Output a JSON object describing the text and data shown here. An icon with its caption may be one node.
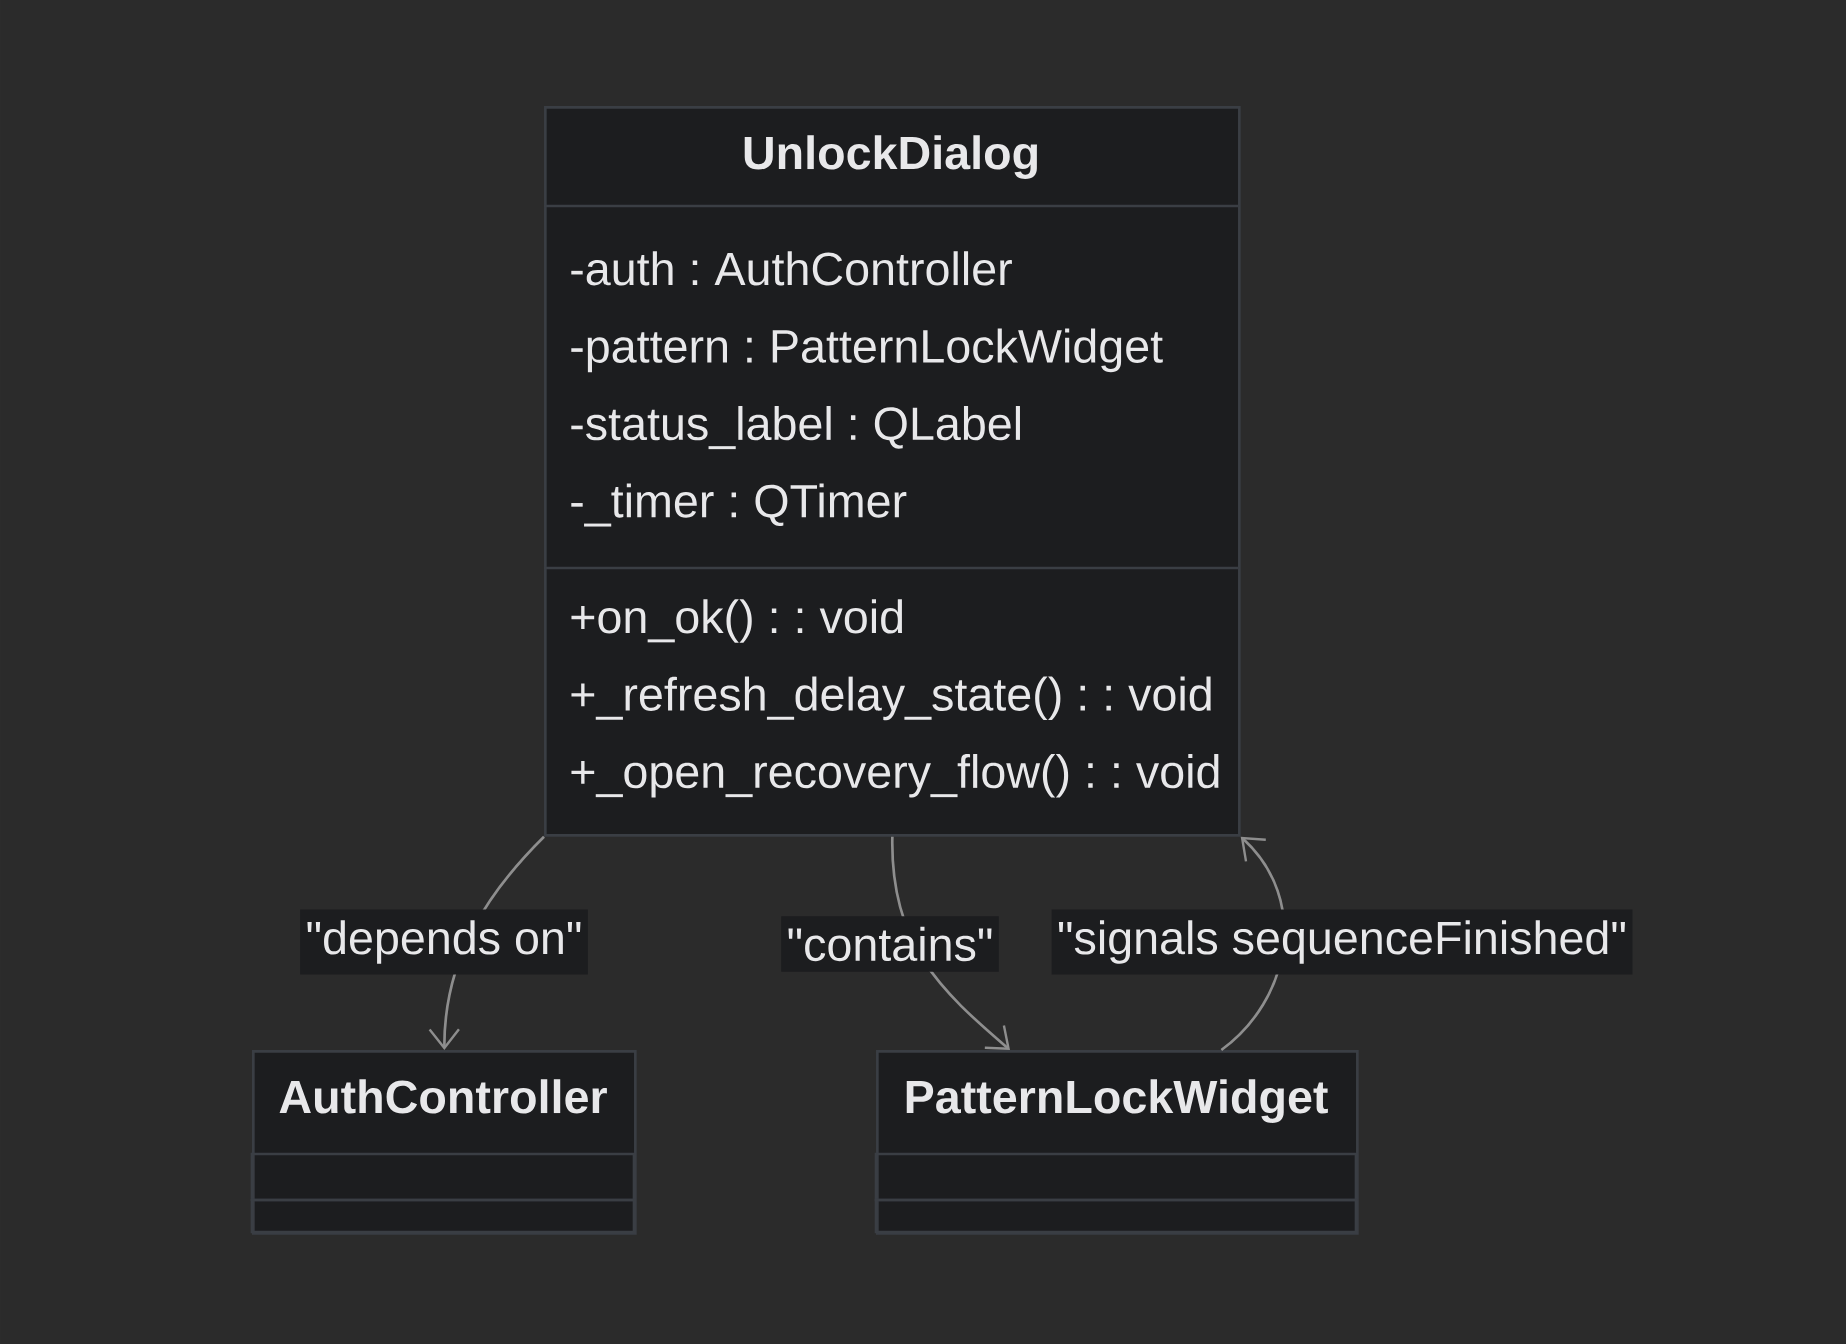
{
  "diagram": {
    "nodes": [
      {
        "text": [
          "UnlockDialog"
        ]
      },
      {
        "text": [
          "-auth : AuthController",
          "-pattern : PatternLockWidget",
          "-status_label : QLabel",
          "-_timer : QTimer"
        ],
        "in": 0
      },
      {
        "text": [
          "+on_ok() : : void",
          "+_refresh_delay_state() : : void",
          "+_open_recovery_flow() : : void"
        ],
        "in": 0
      },
      {
        "text": [
          "AuthController"
        ]
      },
      {
        "text": [],
        "shape": "box",
        "in": 3
      },
      {
        "text": [],
        "shape": "box",
        "in": 3
      },
      {
        "text": [
          "PatternLockWidget"
        ]
      },
      {
        "text": [],
        "shape": "box",
        "in": 6
      },
      {
        "text": [],
        "shape": "box",
        "in": 6
      }
    ],
    "edges": [
      {
        "from": 0,
        "to": 3,
        "arrow": "to",
        "label": "\"depends on\""
      },
      {
        "from": 0,
        "to": 6,
        "arrow": "to",
        "label": "\"contains\""
      },
      {
        "from": 6,
        "to": 0,
        "arrow": "to",
        "label": "\"signals sequenceFinished\""
      }
    ]
  }
}
